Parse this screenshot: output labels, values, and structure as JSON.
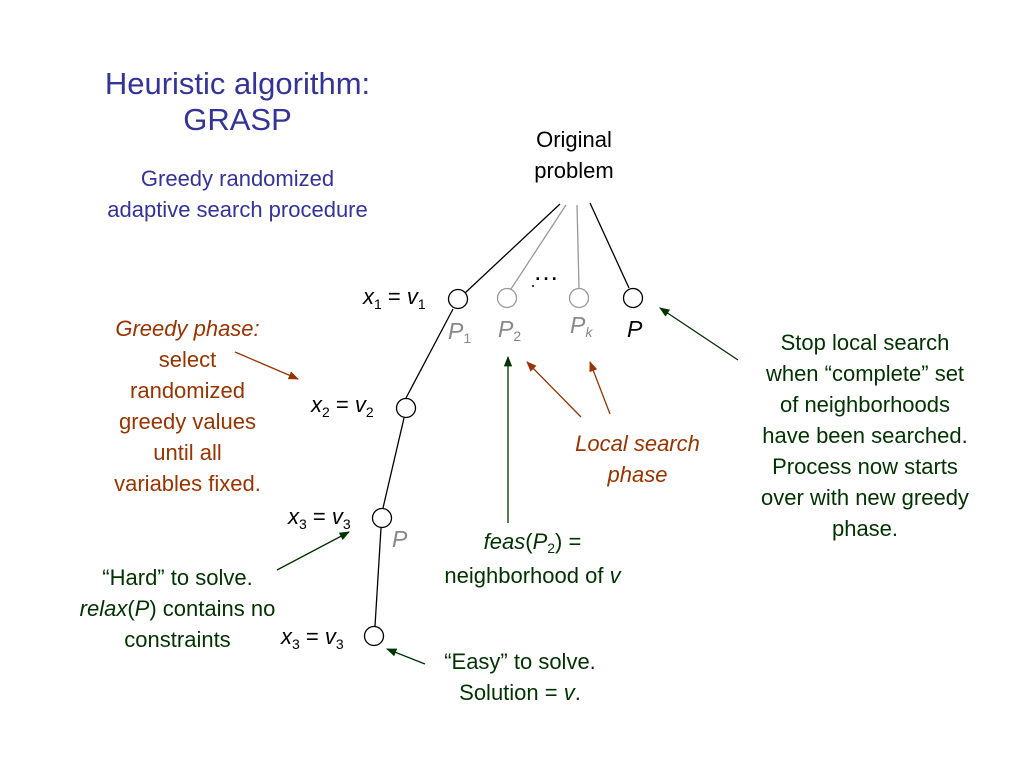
{
  "title": {
    "line1": "Heuristic algorithm:",
    "line2": "GRASP"
  },
  "subtitle": {
    "line1": "Greedy randomized",
    "line2": "adaptive search procedure"
  },
  "root": {
    "line1": "Original",
    "line2": "problem"
  },
  "ellipsis": "…",
  "branch_labels": {
    "p1_base": "P",
    "p1_sub": "1",
    "p2_base": "P",
    "p2_sub": "2",
    "pk_base": "P",
    "pk_sub": "k",
    "p_last": "P",
    "p_mid": "P"
  },
  "vars": {
    "x_base": "x",
    "v_base": "v",
    "eq": "=",
    "sub1": "1",
    "sub2": "2",
    "sub3": "3"
  },
  "greedy_phase": {
    "heading": "Greedy phase:",
    "lines": [
      "select",
      "randomized",
      "greedy values",
      "until all",
      "variables fixed."
    ]
  },
  "local_search": {
    "line1": "Local search",
    "line2": "phase"
  },
  "stop_note": {
    "lines": [
      "Stop local search",
      "when “complete” set",
      "of neighborhoods",
      "have been searched.",
      "Process now starts",
      "over with new greedy",
      "phase."
    ]
  },
  "feas_note": {
    "func": "feas",
    "open": "(",
    "arg": "P",
    "arg_sub": "2",
    "close": ") =",
    "line2_prefix": "neighborhood of ",
    "line2_var": "v"
  },
  "hard_note": {
    "line1": "“Hard” to solve.",
    "func": "relax",
    "open": "(",
    "arg": "P",
    "close": ") contains no",
    "line3": "constraints"
  },
  "easy_note": {
    "line1": "“Easy” to solve.",
    "line2_prefix": "Solution = ",
    "line2_var": "v",
    "line2_suffix": "."
  },
  "colors": {
    "title": "#333399",
    "brown": "#993300",
    "green": "#003300",
    "gray": "#888888"
  }
}
